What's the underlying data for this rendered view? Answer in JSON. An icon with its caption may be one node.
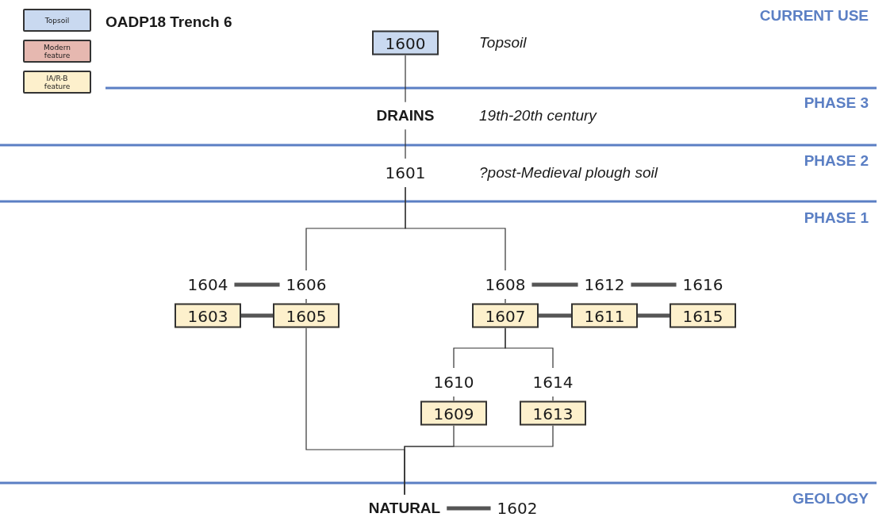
{
  "diagram": {
    "title": "OADP18 Trench 6",
    "nodes": [
      {
        "text": [
          "1600"
        ],
        "beside": [
          "Topsoil"
        ]
      },
      {
        "text": [
          "DRAINS"
        ],
        "beside": [
          "19th-20th century"
        ]
      },
      {
        "text": [
          "1601"
        ],
        "beside": [
          "?post-Medieval plough soil"
        ]
      },
      {
        "text": [
          "1604"
        ]
      },
      {
        "text": [
          "1606"
        ]
      },
      {
        "text": [
          "1603"
        ]
      },
      {
        "text": [
          "1605"
        ]
      },
      {
        "text": [
          "1608"
        ]
      },
      {
        "text": [
          "1612"
        ]
      },
      {
        "text": [
          "1616"
        ]
      },
      {
        "text": [
          "1607"
        ]
      },
      {
        "text": [
          "1611"
        ]
      },
      {
        "text": [
          "1615"
        ]
      },
      {
        "text": [
          "1610"
        ]
      },
      {
        "text": [
          "1614"
        ]
      },
      {
        "text": [
          "1609"
        ]
      },
      {
        "text": [
          "1613"
        ]
      },
      {
        "text": [
          "NATURAL"
        ]
      },
      {
        "text": [
          "1602"
        ]
      }
    ],
    "edges": [
      {
        "from": 0,
        "to": 1,
        "arrow": "none"
      },
      {
        "from": 1,
        "to": 2,
        "arrow": "none"
      },
      {
        "from": 2,
        "to": 4,
        "arrow": "none"
      },
      {
        "from": 2,
        "to": 7,
        "arrow": "none"
      },
      {
        "from": 3,
        "to": 4,
        "arrow": "none",
        "style": "thick"
      },
      {
        "from": 4,
        "to": 6,
        "arrow": "none"
      },
      {
        "from": 5,
        "to": 6,
        "arrow": "none",
        "style": "thick"
      },
      {
        "from": 7,
        "to": 8,
        "arrow": "none",
        "style": "thick"
      },
      {
        "from": 8,
        "to": 9,
        "arrow": "none",
        "style": "thick"
      },
      {
        "from": 7,
        "to": 10,
        "arrow": "none"
      },
      {
        "from": 10,
        "to": 11,
        "arrow": "none",
        "style": "thick"
      },
      {
        "from": 11,
        "to": 12,
        "arrow": "none",
        "style": "thick"
      },
      {
        "from": 10,
        "to": 13,
        "arrow": "none"
      },
      {
        "from": 10,
        "to": 14,
        "arrow": "none"
      },
      {
        "from": 13,
        "to": 15,
        "arrow": "none"
      },
      {
        "from": 14,
        "to": 16,
        "arrow": "none"
      },
      {
        "from": 6,
        "to": 17,
        "arrow": "none"
      },
      {
        "from": 15,
        "to": 17,
        "arrow": "none"
      },
      {
        "from": 16,
        "to": 17,
        "arrow": "none"
      },
      {
        "from": 17,
        "to": 18,
        "arrow": "none",
        "style": "thick"
      }
    ],
    "labels": [
      "CURRENT USE",
      "PHASE 3",
      "PHASE 2",
      "PHASE 1",
      "GEOLOGY"
    ],
    "legend": [
      {
        "text": "Topsoil",
        "color": "#c9d9f0"
      },
      {
        "text": "Modern feature",
        "color": "#e6b8b0"
      },
      {
        "text": "IA/R-B feature",
        "color": "#fdf0cc"
      }
    ]
  }
}
